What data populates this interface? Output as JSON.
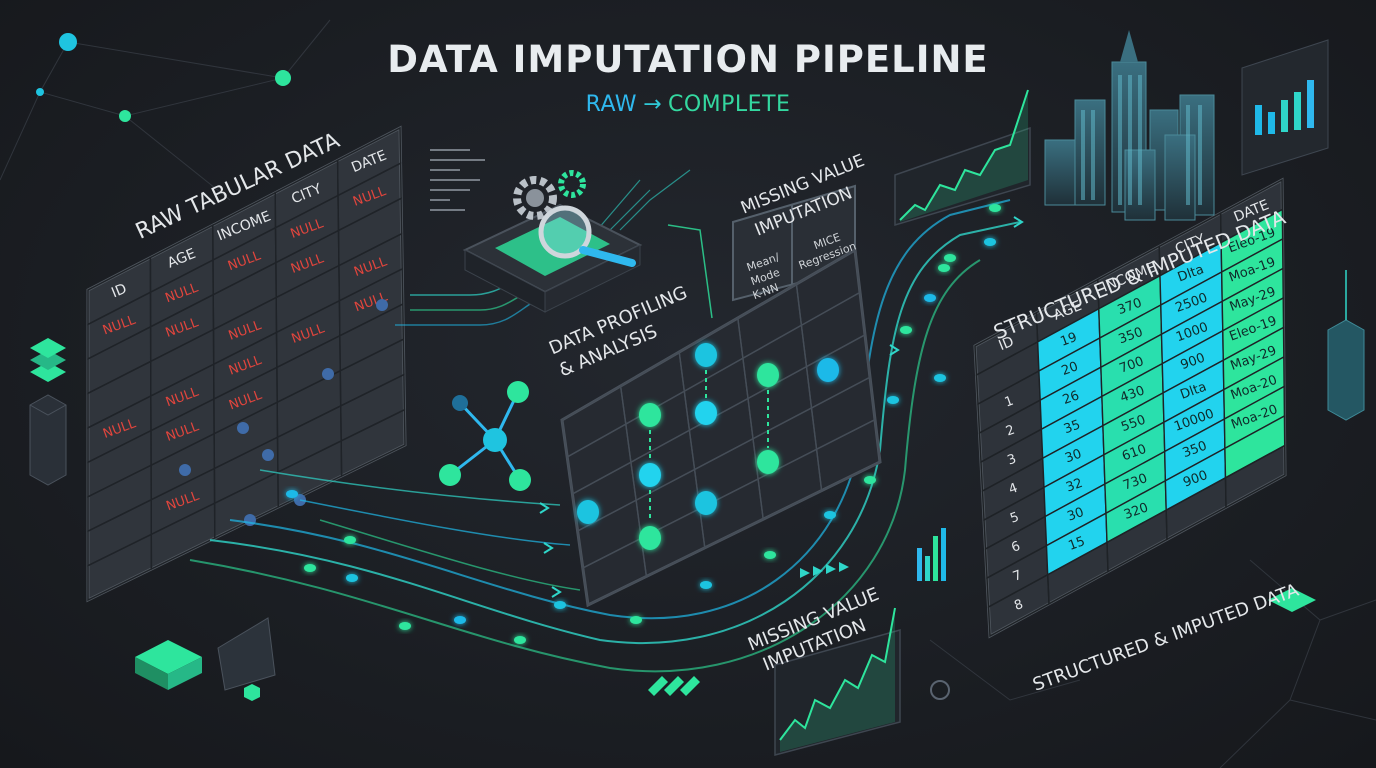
{
  "title": "DATA IMPUTATION PIPELINE",
  "subtitle": {
    "from": "RAW",
    "arrow": "→",
    "to": "COMPLETE"
  },
  "colors": {
    "background": "#1b1e23",
    "null_red": "#e0453d",
    "accent_cyan": "#22d3ee",
    "accent_green": "#2ee59d",
    "teal": "#2ec4c4"
  },
  "raw_table": {
    "label": "RAW TABULAR DATA",
    "columns": [
      "ID",
      "AGE",
      "INCOME",
      "CITY",
      "DATE"
    ],
    "null_text": "NULL",
    "rows": [
      [
        "NULL",
        "NULL",
        "NULL",
        "NULL",
        "NULL"
      ],
      [
        "",
        "NULL",
        "",
        "NULL",
        ""
      ],
      [
        "",
        "",
        "NULL",
        "",
        "NULL"
      ],
      [
        "NULL",
        "NULL",
        "NULL",
        "NULL",
        "NULL"
      ],
      [
        "",
        "NULL",
        "NULL",
        "",
        ""
      ],
      [
        "",
        "",
        "",
        "",
        ""
      ],
      [
        "",
        "NULL",
        "",
        "",
        ""
      ],
      [
        "",
        "",
        "",
        "",
        ""
      ]
    ]
  },
  "profiling": {
    "label_line1": "DATA PROFILING",
    "label_line2": "& ANALYSIS",
    "icons": [
      "gear-icon",
      "magnifier-icon"
    ]
  },
  "imputation": {
    "label_line1": "MISSING VALUE",
    "label_line2": "IMPUTATION",
    "methods": [
      {
        "line1": "Mean/",
        "line2": "Mode",
        "line3": "K-NN"
      },
      {
        "line1": "MICE",
        "line2": "Regression"
      }
    ]
  },
  "flow_label": {
    "line1": "MISSING VALUE",
    "line2": "IMPUTATION"
  },
  "result_table": {
    "label": "STRUCTURED & IMPUTED DATA",
    "bottom_label": "STRUCTURED & IMPUTED DATA",
    "columns": [
      "ID",
      "AGE",
      "INCOME",
      "CITY",
      "DATE"
    ],
    "rows": [
      [
        "",
        "19",
        "370",
        "Dlta",
        "Eleo-19"
      ],
      [
        "1",
        "20",
        "350",
        "2500",
        "Moa-19"
      ],
      [
        "2",
        "26",
        "700",
        "1000",
        "May-29"
      ],
      [
        "3",
        "35",
        "430",
        "900",
        "Eleo-19"
      ],
      [
        "4",
        "30",
        "550",
        "Dlta",
        "May-29"
      ],
      [
        "5",
        "32",
        "610",
        "10000",
        "Moa-20"
      ],
      [
        "6",
        "30",
        "730",
        "350",
        "Moa-20"
      ],
      [
        "7",
        "15",
        "320",
        "900",
        ""
      ],
      [
        "8",
        "",
        "",
        "",
        ""
      ]
    ]
  }
}
